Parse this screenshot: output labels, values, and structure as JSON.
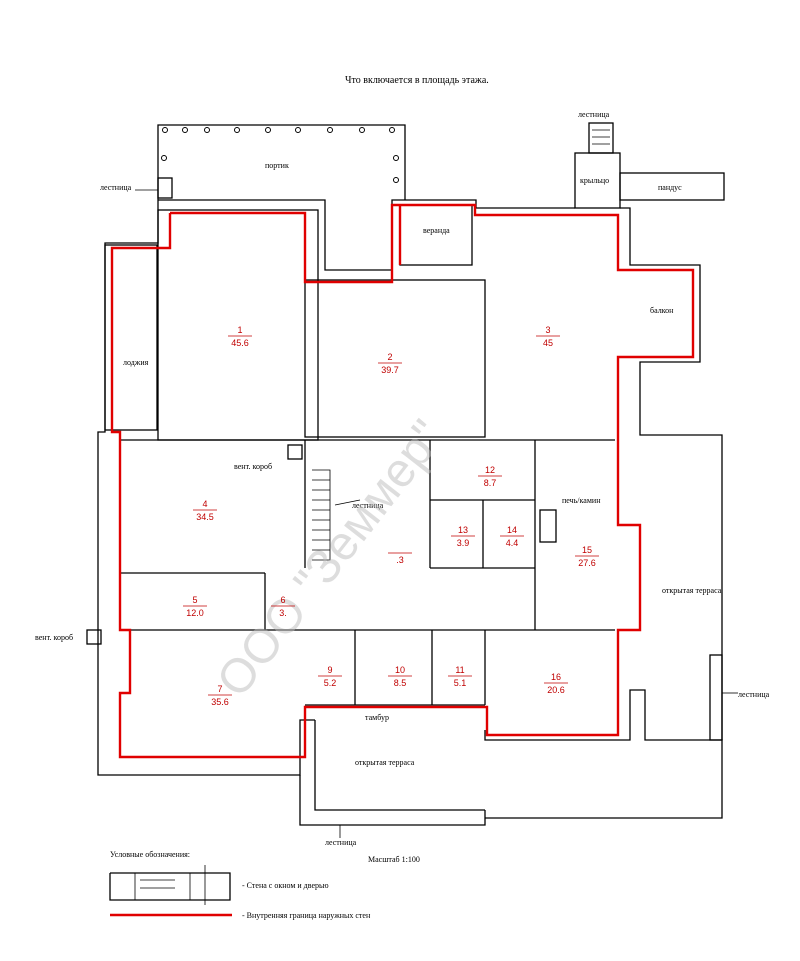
{
  "title": "Что включается в площадь этажа.",
  "scale": "Масштаб 1:100",
  "watermark": "ООО \"Земмер\"",
  "labels": {
    "portico": "портик",
    "stairs": "лестница",
    "porch": "крыльцо",
    "ramp": "пандус",
    "veranda": "веранда",
    "balcony": "балкон",
    "loggia": "лоджия",
    "vent_shaft": "вент. короб",
    "stove": "печь/камин",
    "open_terrace": "открытая терраса",
    "vestibule": "тамбур"
  },
  "legend": {
    "title": "Условные обозначения:",
    "wall": "- Стена с окном и дверью",
    "red_line": "- Внутренняя граница наружных стен",
    "red_color": "#e00000"
  },
  "rooms": [
    {
      "num": "1",
      "area": "45.6"
    },
    {
      "num": "2",
      "area": "39.7"
    },
    {
      "num": "3",
      "area": "45"
    },
    {
      "num": "4",
      "area": "34.5"
    },
    {
      "num": "5",
      "area": "12.0"
    },
    {
      "num": "6",
      "area": "3."
    },
    {
      "num": "7",
      "area": "35.6"
    },
    {
      "num": "",
      "area": ".3"
    },
    {
      "num": "9",
      "area": "5.2"
    },
    {
      "num": "10",
      "area": "8.5"
    },
    {
      "num": "11",
      "area": "5.1"
    },
    {
      "num": "12",
      "area": "8.7"
    },
    {
      "num": "13",
      "area": "3.9"
    },
    {
      "num": "14",
      "area": "4.4"
    },
    {
      "num": "15",
      "area": "27.6"
    },
    {
      "num": "16",
      "area": "20.6"
    }
  ]
}
